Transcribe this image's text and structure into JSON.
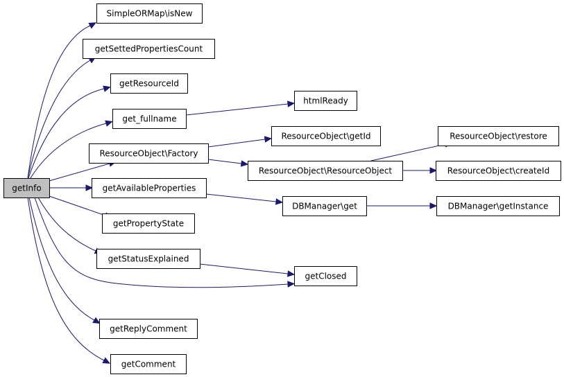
{
  "diagram": {
    "nodes": [
      {
        "id": "getInfo",
        "label": "getInfo",
        "root": true
      },
      {
        "id": "isNew",
        "label": "SimpleORMap\\isNew"
      },
      {
        "id": "getSettedPropertiesCount",
        "label": "getSettedPropertiesCount"
      },
      {
        "id": "getResourceId",
        "label": "getResourceId"
      },
      {
        "id": "get_fullname",
        "label": "get_fullname"
      },
      {
        "id": "htmlReady",
        "label": "htmlReady"
      },
      {
        "id": "roFactory",
        "label": "ResourceObject\\Factory"
      },
      {
        "id": "roGetId",
        "label": "ResourceObject\\getId"
      },
      {
        "id": "roRestore",
        "label": "ResourceObject\\restore"
      },
      {
        "id": "roCtor",
        "label": "ResourceObject\\ResourceObject"
      },
      {
        "id": "roCreateId",
        "label": "ResourceObject\\createId"
      },
      {
        "id": "getAvailableProperties",
        "label": "getAvailableProperties"
      },
      {
        "id": "dbGet",
        "label": "DBManager\\get"
      },
      {
        "id": "dbGetInstance",
        "label": "DBManager\\getInstance"
      },
      {
        "id": "getPropertyState",
        "label": "getPropertyState"
      },
      {
        "id": "getStatusExplained",
        "label": "getStatusExplained"
      },
      {
        "id": "getClosed",
        "label": "getClosed"
      },
      {
        "id": "getReplyComment",
        "label": "getReplyComment"
      },
      {
        "id": "getComment",
        "label": "getComment"
      }
    ],
    "edges": [
      {
        "from": "getInfo",
        "to": "isNew"
      },
      {
        "from": "getInfo",
        "to": "getSettedPropertiesCount"
      },
      {
        "from": "getInfo",
        "to": "getResourceId"
      },
      {
        "from": "getInfo",
        "to": "get_fullname"
      },
      {
        "from": "getInfo",
        "to": "roFactory"
      },
      {
        "from": "getInfo",
        "to": "getAvailableProperties"
      },
      {
        "from": "getInfo",
        "to": "getPropertyState"
      },
      {
        "from": "getInfo",
        "to": "getStatusExplained"
      },
      {
        "from": "getInfo",
        "to": "getClosed"
      },
      {
        "from": "getInfo",
        "to": "getReplyComment"
      },
      {
        "from": "getInfo",
        "to": "getComment"
      },
      {
        "from": "get_fullname",
        "to": "htmlReady"
      },
      {
        "from": "roFactory",
        "to": "roGetId"
      },
      {
        "from": "roFactory",
        "to": "roCtor"
      },
      {
        "from": "roCtor",
        "to": "roRestore"
      },
      {
        "from": "roCtor",
        "to": "roCreateId"
      },
      {
        "from": "getAvailableProperties",
        "to": "dbGet"
      },
      {
        "from": "dbGet",
        "to": "dbGetInstance"
      },
      {
        "from": "getStatusExplained",
        "to": "getClosed"
      }
    ]
  },
  "colors": {
    "edge": "#191970",
    "root_fill": "#bfbfbf",
    "node_fill": "#ffffff",
    "node_border": "#000000"
  }
}
